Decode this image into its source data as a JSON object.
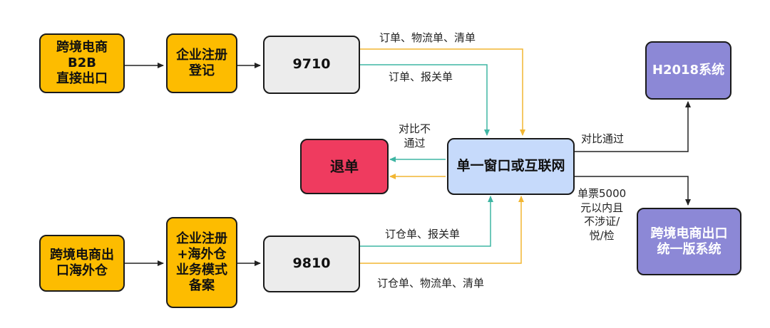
{
  "nodes": {
    "b2b": "跨境电商\nB2B\n直接出口",
    "reg1": "企业注册\n登记",
    "c9710": "9710",
    "overseas": "跨境电商出\n口海外仓",
    "reg2": "企业注册\n+海外仓\n业务模式\n备案",
    "c9810": "9810",
    "window": "单一窗口或互联网",
    "reject": "退单",
    "h2018": "H2018系统",
    "unified": "跨境电商出口\n统一版系统"
  },
  "edges": {
    "top_yellow": "订单、物流单、清单",
    "top_teal": "订单、报关单",
    "bottom_teal": "订仓单、报关单",
    "bottom_yellow": "订仓单、物流单、清单",
    "mismatch": "对比不\n通过",
    "pass": "对比通过",
    "small": "单票5000\n元以内且\n不涉证/\n悦/检"
  },
  "colors": {
    "yellow_node": "#fdbc00",
    "gray_node": "#ececec",
    "red_node": "#ef3b5f",
    "blue_node": "#c6dafb",
    "purple_node": "#8c88d6",
    "yellow_line": "#f2b632",
    "teal_line": "#3fb5a3",
    "black_line": "#222222"
  }
}
